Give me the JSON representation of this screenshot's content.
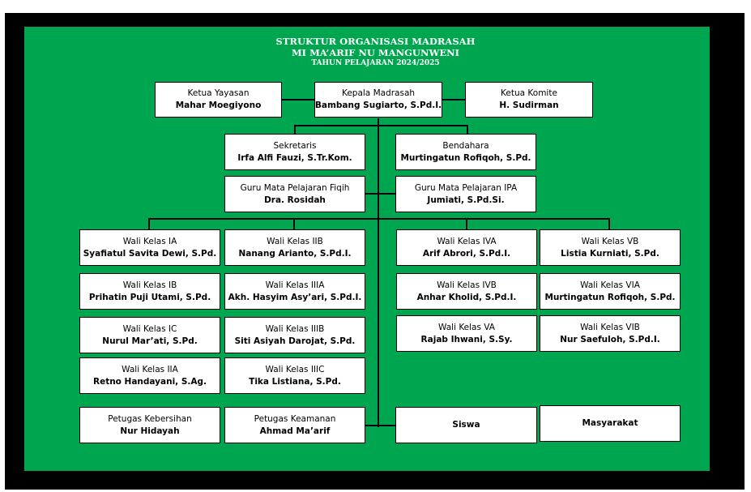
{
  "title": {
    "line1": "STRUKTUR ORGANISASI MADRASAH",
    "line2": "MI MA’ARIF NU MANGUNWENI",
    "line3": "TAHUN PELAJARAN 2024/2025"
  },
  "colors": {
    "frame": "#000000",
    "panel": "#00a64f",
    "box": "#ffffff",
    "text": "#000000"
  },
  "top": {
    "yayasan": {
      "role": "Ketua Yayasan",
      "name": "Mahar Moegiyono"
    },
    "kepala": {
      "role": "Kepala Madrasah",
      "name": "Bambang Sugiarto, S.Pd.I."
    },
    "komite": {
      "role": "Ketua Komite",
      "name": "H. Sudirman"
    }
  },
  "staff": {
    "sekretaris": {
      "role": "Sekretaris",
      "name": "Irfa Alfi Fauzi, S.Tr.Kom."
    },
    "bendahara": {
      "role": "Bendahara",
      "name": "Murtingatun Rofiqoh, S.Pd."
    },
    "guru_fiqih": {
      "role": "Guru Mata Pelajaran Fiqih",
      "name": "Dra. Rosidah"
    },
    "guru_ipa": {
      "role": "Guru Mata Pelajaran IPA",
      "name": "Jumiati, S.Pd.Si."
    }
  },
  "wali": {
    "col1": [
      {
        "role": "Wali Kelas IA",
        "name": "Syafiatul Savita Dewi, S.Pd."
      },
      {
        "role": "Wali Kelas IB",
        "name": "Prihatin Puji Utami, S.Pd."
      },
      {
        "role": "Wali Kelas IC",
        "name": "Nurul Mar’ati, S.Pd."
      },
      {
        "role": "Wali Kelas IIA",
        "name": "Retno Handayani, S.Ag."
      }
    ],
    "col2": [
      {
        "role": "Wali Kelas IIB",
        "name": "Nanang Arianto, S.Pd.I."
      },
      {
        "role": "Wali Kelas IIIA",
        "name": "Akh. Hasyim Asy’ari, S.Pd.I."
      },
      {
        "role": "Wali Kelas IIIB",
        "name": "Siti Asiyah Darojat, S.Pd."
      },
      {
        "role": "Wali Kelas IIIC",
        "name": "Tika Listiana, S.Pd."
      }
    ],
    "col3": [
      {
        "role": "Wali Kelas IVA",
        "name": "Arif Abrori, S.Pd.I."
      },
      {
        "role": "Wali Kelas IVB",
        "name": "Anhar Kholid, S.Pd.I."
      },
      {
        "role": "Wali Kelas VA",
        "name": "Rajab Ihwani, S.Sy."
      }
    ],
    "col4": [
      {
        "role": "Wali Kelas VB",
        "name": "Listia Kurniati, S.Pd."
      },
      {
        "role": "Wali Kelas VIA",
        "name": "Murtingatun Rofiqoh, S.Pd."
      },
      {
        "role": "Wali Kelas VIB",
        "name": "Nur Saefuloh, S.Pd.I."
      }
    ]
  },
  "bottom": {
    "kebersihan": {
      "role": "Petugas Kebersihan",
      "name": "Nur Hidayah"
    },
    "keamanan": {
      "role": "Petugas Keamanan",
      "name": "Ahmad Ma’arif"
    },
    "siswa": {
      "label": "Siswa"
    },
    "masyarakat": {
      "label": "Masyarakat"
    }
  }
}
